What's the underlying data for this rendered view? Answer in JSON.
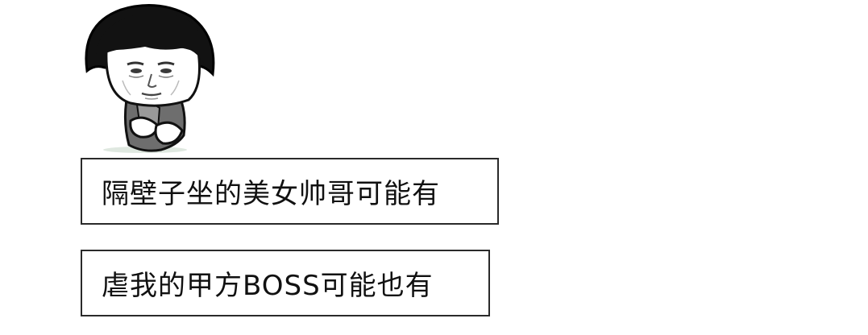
{
  "figure": {
    "icon": "mushroom-head-meme-character"
  },
  "captions": [
    {
      "text": "隔壁子坐的美女帅哥可能有"
    },
    {
      "text": "虐我的甲方BOSS可能也有"
    }
  ],
  "colors": {
    "border": "#2a2a2a",
    "text": "#111111",
    "background": "#ffffff"
  }
}
